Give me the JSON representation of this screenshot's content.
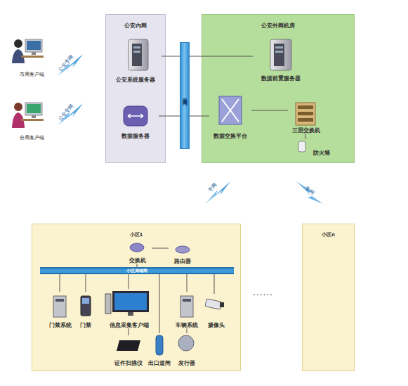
{
  "diagram": {
    "nodes": [
      {
        "text": [
          "市局客户端"
        ]
      },
      {
        "text": [
          "分局客户端"
        ]
      },
      {
        "text": [
          "公安内网"
        ]
      },
      {
        "text": [
          "公安系统服务器"
        ],
        "in": 2
      },
      {
        "text": [
          "数据服务器"
        ],
        "in": 2
      },
      {
        "text": [
          "安全隔离网闸"
        ]
      },
      {
        "text": [
          "公安外网机房"
        ]
      },
      {
        "text": [
          "数据前置服务器"
        ],
        "in": 6
      },
      {
        "text": [
          "数据交换平台"
        ],
        "in": 6
      },
      {
        "text": [
          "三层交换机"
        ],
        "in": 6
      },
      {
        "text": [
          "防火墙"
        ],
        "in": 6
      },
      {
        "text": [
          "小区1"
        ]
      },
      {
        "text": [
          "交换机"
        ],
        "in": 11
      },
      {
        "text": [
          "路由器"
        ],
        "in": 11
      },
      {
        "text": [
          "小区局域网"
        ],
        "in": 11
      },
      {
        "text": [
          "门禁系统"
        ],
        "in": 11
      },
      {
        "text": [
          "门禁"
        ],
        "in": 11
      },
      {
        "text": [
          "信息采集客户端"
        ],
        "in": 11
      },
      {
        "text": [
          "证件扫描仪"
        ],
        "in": 11
      },
      {
        "text": [
          "出口道闸"
        ],
        "in": 11
      },
      {
        "text": [
          "车辆系统"
        ],
        "in": 11
      },
      {
        "text": [
          "摄像头"
        ],
        "in": 11
      },
      {
        "text": [
          "发行器"
        ],
        "in": 11
      },
      {
        "text": [
          "小区n"
        ]
      }
    ],
    "edges": [
      {
        "from": 3,
        "to": 5,
        "arrow": "none"
      },
      {
        "from": 5,
        "to": 7,
        "arrow": "none"
      },
      {
        "from": 4,
        "to": 5,
        "arrow": "none"
      },
      {
        "from": 5,
        "to": 8,
        "arrow": "none"
      },
      {
        "from": 8,
        "to": 9,
        "arrow": "none"
      },
      {
        "from": 9,
        "to": 10,
        "arrow": "none"
      },
      {
        "from": 12,
        "to": 13,
        "arrow": "none"
      },
      {
        "from": 12,
        "to": 14,
        "arrow": "none"
      },
      {
        "from": 15,
        "to": 14,
        "arrow": "none"
      },
      {
        "from": 16,
        "to": 14,
        "arrow": "none"
      },
      {
        "from": 17,
        "to": 14,
        "arrow": "none"
      },
      {
        "from": 19,
        "to": 14,
        "arrow": "none"
      },
      {
        "from": 20,
        "to": 14,
        "arrow": "none"
      },
      {
        "from": 21,
        "to": 14,
        "arrow": "none"
      },
      {
        "from": 17,
        "to": 18,
        "arrow": "none"
      },
      {
        "from": 20,
        "to": 22,
        "arrow": "none"
      }
    ],
    "labels": [
      "公安专网",
      "公安专网",
      "专网",
      "专网",
      "......"
    ]
  }
}
